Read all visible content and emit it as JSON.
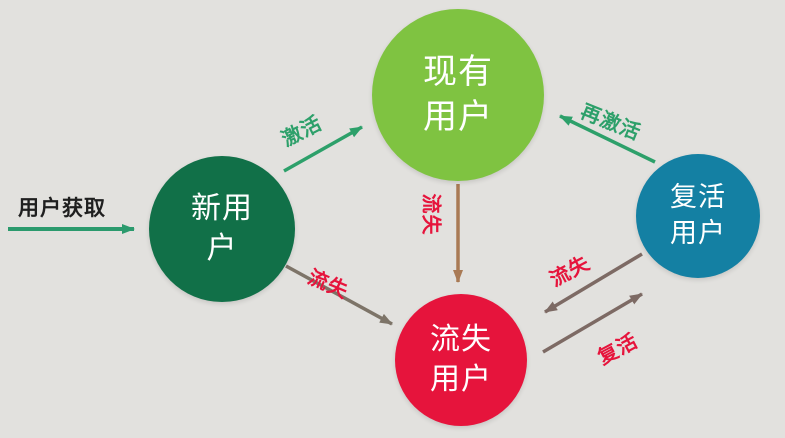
{
  "canvas": {
    "background": "#e2e1de"
  },
  "entry": {
    "label": "用户获取",
    "text_color": "#1f1f1f",
    "arrow_color": "#2b9a6d"
  },
  "nodes": [
    {
      "id": "new-users",
      "label": "新用户",
      "color": "#117048",
      "text_color": "#ffffff"
    },
    {
      "id": "existing-users",
      "label": "现有用户",
      "color": "#7fc341",
      "text_color": "#ffffff"
    },
    {
      "id": "churned-users",
      "label": "流失用户",
      "color": "#e6143c",
      "text_color": "#ffffff"
    },
    {
      "id": "revived-users",
      "label": "复活用户",
      "color": "#1480a3",
      "text_color": "#ffffff"
    }
  ],
  "edges": [
    {
      "id": "activate",
      "label": "激活",
      "from": "new-users",
      "to": "existing-users",
      "arrow_color": "#2da06a",
      "label_color": "#2da06a"
    },
    {
      "id": "reactivate",
      "label": "再激活",
      "from": "revived-users",
      "to": "existing-users",
      "arrow_color": "#2da06a",
      "label_color": "#2da06a"
    },
    {
      "id": "churn-from-existing",
      "label": "流失",
      "from": "existing-users",
      "to": "churned-users",
      "arrow_color": "#a97a55",
      "label_color": "#e6143c"
    },
    {
      "id": "churn-from-new",
      "label": "流失",
      "from": "new-users",
      "to": "churned-users",
      "arrow_color": "#7d7468",
      "label_color": "#e6143c"
    },
    {
      "id": "churn-from-revived",
      "label": "流失",
      "from": "revived-users",
      "to": "churned-users",
      "arrow_color": "#7d6a64",
      "label_color": "#e6143c"
    },
    {
      "id": "revive",
      "label": "复活",
      "from": "churned-users",
      "to": "revived-users",
      "arrow_color": "#7d6a64",
      "label_color": "#e6143c"
    }
  ]
}
